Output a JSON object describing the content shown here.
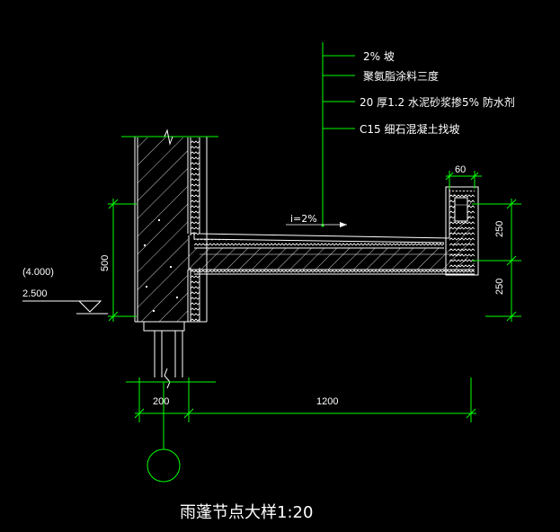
{
  "colors": {
    "background": "#000000",
    "line_white": "#ffffff",
    "dimension_green": "#00ff00",
    "leader_green": "#00ff00"
  },
  "callouts": [
    {
      "text": "2% 坡"
    },
    {
      "text": "聚氨脂涂料三度"
    },
    {
      "text": "20 厚1.2 水泥砂浆掺5% 防水剂"
    },
    {
      "text": "C15 细石混凝土找坡"
    }
  ],
  "slope_label": "i=2%",
  "dimensions": {
    "top_width": "60",
    "right_upper": "250",
    "right_lower": "250",
    "left_height": "500",
    "bottom_wall": "200",
    "bottom_canopy": "1200"
  },
  "elevation": {
    "upper": "(4.000)",
    "lower": "2.500"
  },
  "title": "雨蓬节点大样1:20"
}
